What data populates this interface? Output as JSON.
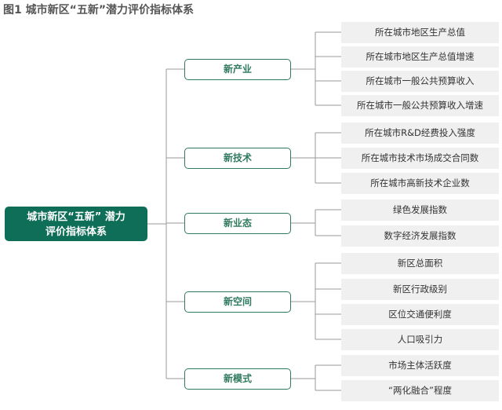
{
  "title": "图1 城市新区“五新”潜力评价指标体系",
  "root": {
    "line1": "城市新区“五新” 潜力",
    "line2": "评价指标体系"
  },
  "categories": [
    {
      "label": "新产业",
      "indicators": [
        "所在城市地区生产总值",
        "所在城市地区生产总值增速",
        "所在城市一般公共预算收入",
        "所在城市一般公共预算收入增速"
      ]
    },
    {
      "label": "新技术",
      "indicators": [
        "所在城市R&D经费投入强度",
        "所在城市技术市场成交合同数",
        "所在城市高新技术企业数"
      ]
    },
    {
      "label": "新业态",
      "indicators": [
        "绿色发展指数",
        "数字经济发展指数"
      ]
    },
    {
      "label": "新空间",
      "indicators": [
        "新区总面积",
        "新区行政级别",
        "区位交通便利度",
        "人口吸引力"
      ]
    },
    {
      "label": "新模式",
      "indicators": [
        "市场主体活跃度",
        "“两化融合”程度"
      ]
    }
  ],
  "colors": {
    "root_fill": "#0f6e58",
    "category_border": "#2f7a5f",
    "indicator_fill": "#f0f0f0",
    "connector": "#9a9a9a"
  }
}
